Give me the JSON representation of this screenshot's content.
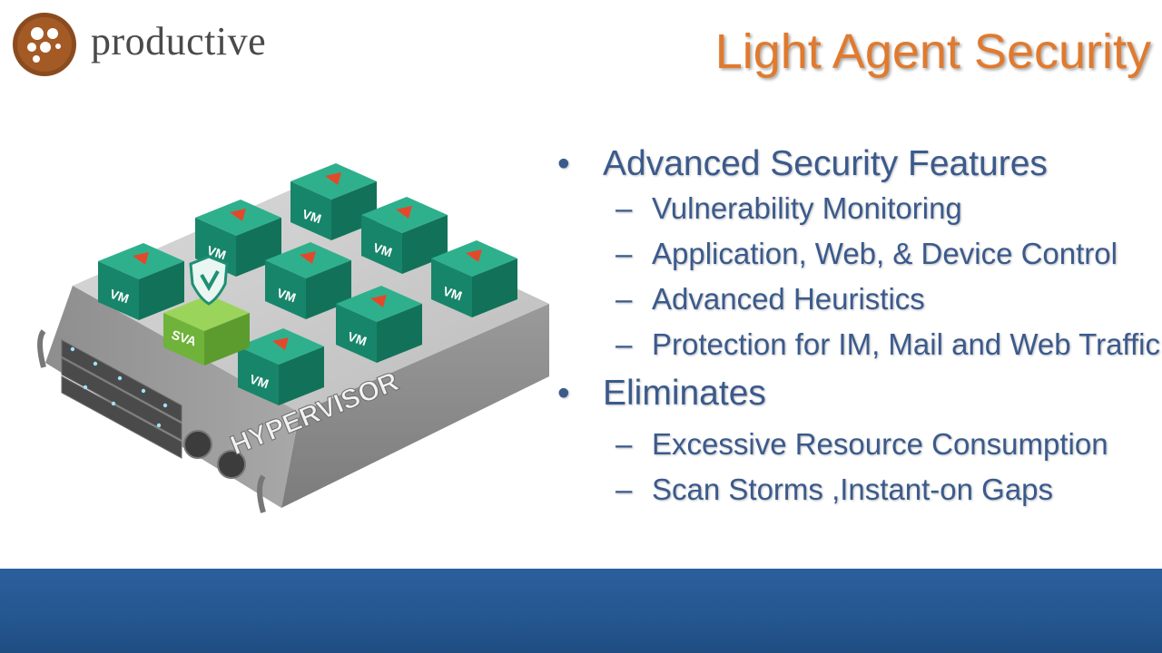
{
  "brand": {
    "name": "productive",
    "logo_icon": "dots-circle-icon"
  },
  "slide": {
    "title": "Light Agent Security"
  },
  "illustration": {
    "vm_label": "VM",
    "sva_label": "SVA",
    "hypervisor_label": "HYPERVISOR"
  },
  "bullets": [
    {
      "text": "Advanced Security Features",
      "children": [
        "Vulnerability Monitoring",
        "Application, Web, & Device Control",
        "Advanced Heuristics",
        "Protection for IM, Mail and Web Traffic"
      ]
    },
    {
      "text": "Eliminates",
      "children": [
        "Excessive Resource Consumption",
        "Scan Storms ,Instant-on Gaps"
      ]
    }
  ],
  "markers": {
    "bullet": "•",
    "dash": "–"
  },
  "colors": {
    "title": "#e07a2e",
    "body": "#3b5a8c",
    "footer": "#2a5c9a",
    "vm": "#1e8f74",
    "sva": "#7ac143"
  }
}
